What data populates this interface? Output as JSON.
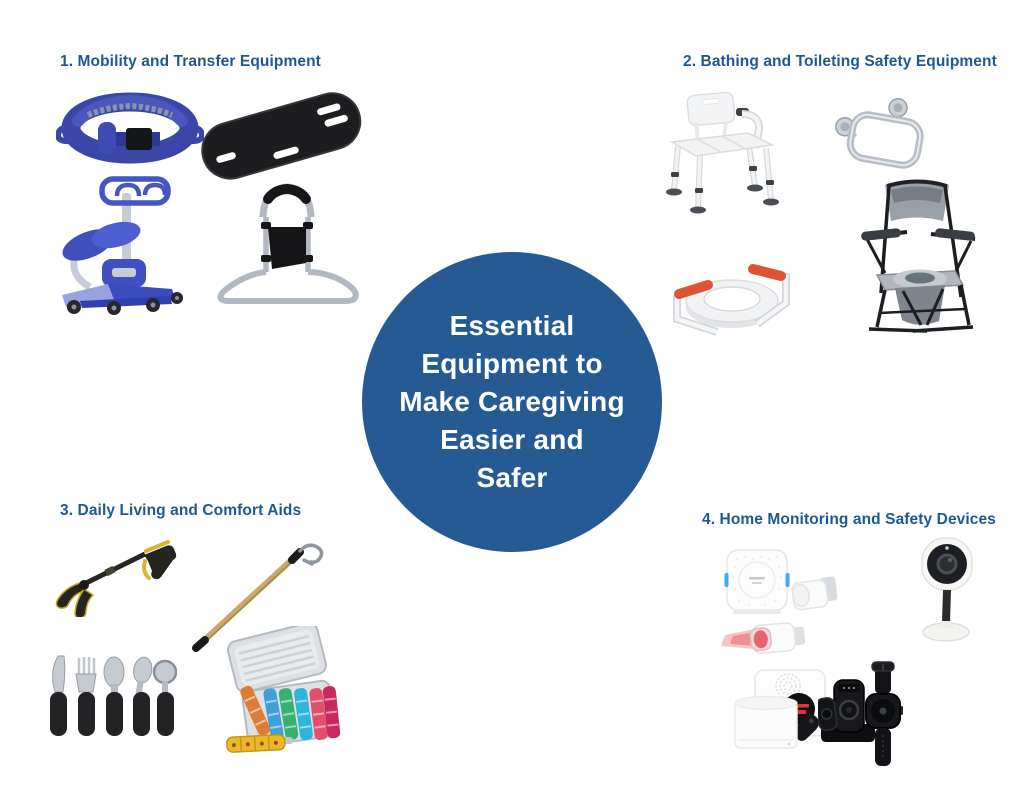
{
  "page": {
    "background": "#ffffff"
  },
  "colors": {
    "heading": "#1e5795",
    "circle_fill": "#255a93",
    "circle_text": "#ffffff"
  },
  "center_circle": {
    "lines": [
      "Essential",
      "Equipment to",
      "Make Caregiving",
      "Easier and",
      "Safer"
    ]
  },
  "sections": [
    {
      "id": "mobility",
      "heading": "1. Mobility and Transfer Equipment",
      "items": [
        "transfer-belt",
        "transfer-board",
        "sit-to-stand-lift",
        "bed-rail"
      ]
    },
    {
      "id": "bathing",
      "heading": "2. Bathing and Toileting Safety Equipment",
      "items": [
        "shower-bench",
        "wall-grab-bar",
        "toilet-safety-frame",
        "folding-commode-chair"
      ]
    },
    {
      "id": "daily-living",
      "heading": "3. Daily Living and Comfort Aids",
      "items": [
        "reacher-grabber",
        "dressing-stick",
        "adaptive-utensils",
        "pill-organizer"
      ]
    },
    {
      "id": "monitoring",
      "heading": "4. Home Monitoring and Safety Devices",
      "items": [
        "wireless-pager-motion-sensors",
        "indoor-camera",
        "medical-alert-station",
        "sos-pendant",
        "alert-smartwatch"
      ]
    }
  ]
}
